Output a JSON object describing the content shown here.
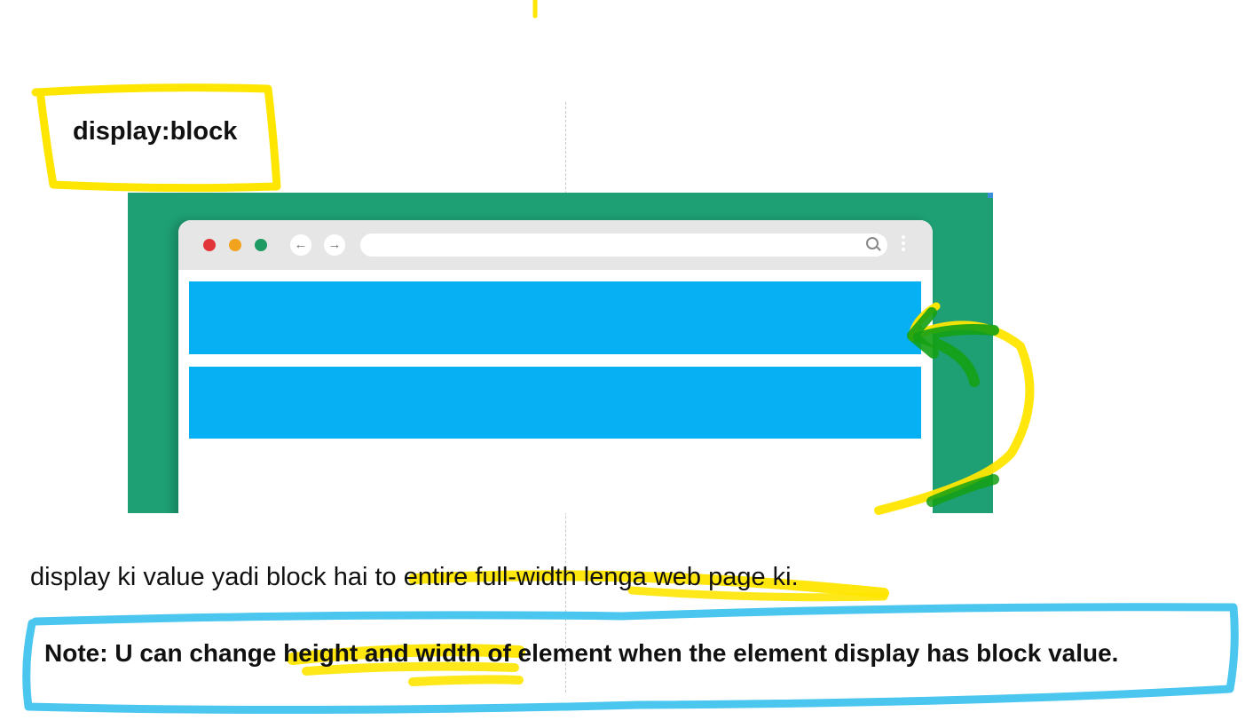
{
  "heading": "display:block",
  "illustration": {
    "browser_window": {
      "traffic_lights": [
        "red",
        "amber",
        "green"
      ],
      "nav_icons": [
        "back-arrow-icon",
        "forward-arrow-icon"
      ],
      "search_icon": "search-icon",
      "menu_icon": "kebab-menu-icon",
      "block_elements": 2
    },
    "colors": {
      "background": "#1e9f74",
      "block": "#07b0f2",
      "toolbar": "#e6e6e6"
    }
  },
  "body_text": "display ki value yadi block hai to entire full-width lenga web page ki.",
  "note_text": "Note: U can change height and width of element when the element display has block value.",
  "annotation_colors": {
    "highlighter_yellow": "#ffe600",
    "marker_green": "#14a014",
    "outline_blue": "#4ac6ef"
  }
}
